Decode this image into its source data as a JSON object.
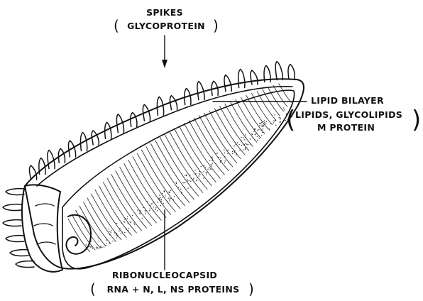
{
  "labels": {
    "spikes": {
      "name": "SPIKES",
      "detail": "GLYCOPROTEIN"
    },
    "lipid_bilayer": {
      "name": "LIPID BILAYER",
      "detail_line1": "LIPIDS, GLYCOLIPIDS",
      "detail_line2": "M PROTEIN"
    },
    "ribonucleocapsid": {
      "name": "RIBONUCLEOCAPSID",
      "detail": "RNA + N, L, NS PROTEINS"
    }
  }
}
